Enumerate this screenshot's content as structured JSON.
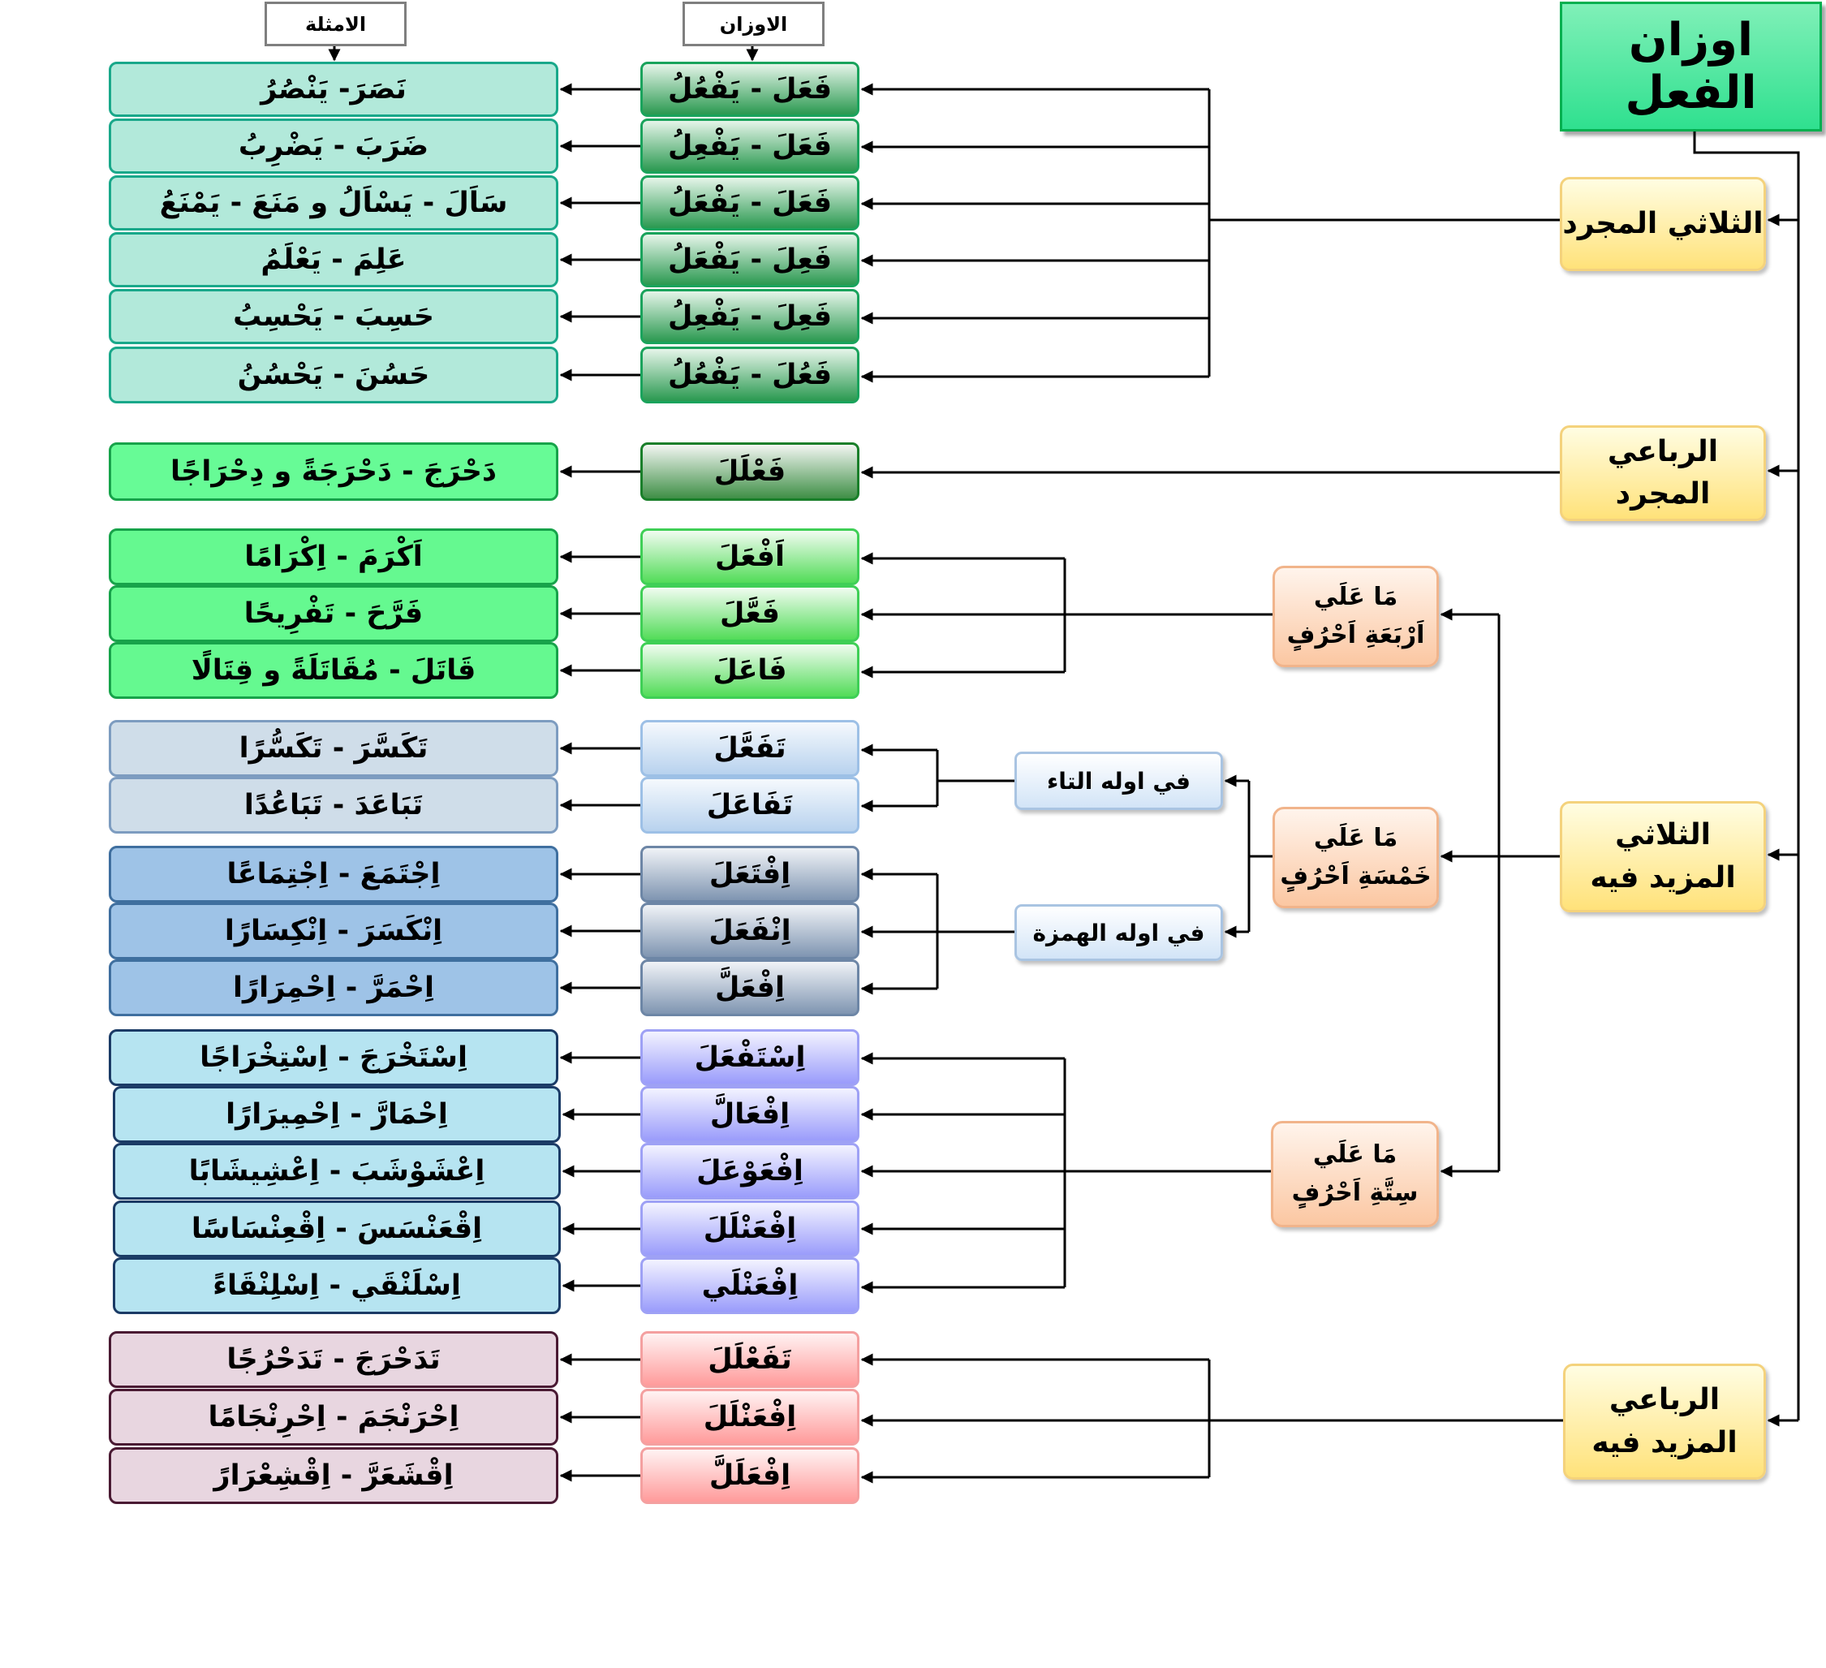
{
  "headers": {
    "examples": "الامثلة",
    "patterns": "الاوزان"
  },
  "title": "اوزان الفعل",
  "categories": {
    "thulathi_mujarrad": "الثلاثي المجرد",
    "rubai_mujarrad": "الرباعي المجرد",
    "thulathi_mazid": [
      "الثلاثي",
      "المزيد فيه"
    ],
    "rubai_mazid": [
      "الرباعي",
      "المزيد فيه"
    ]
  },
  "subgroups": {
    "four_letters": [
      "مَا عَلَي",
      "اَرْبَعَةِ اَحْرُفٍ"
    ],
    "five_letters": [
      "مَا عَلَي",
      "خَمْسَةِ اَحْرُفٍ"
    ],
    "six_letters": [
      "مَا عَلَي",
      "سِتَّةِ اَحْرُفٍ"
    ],
    "with_ta": "في اوله التاء",
    "with_hamza": "في اوله الهمزة"
  },
  "rows": [
    {
      "pattern": "فَعَلَ  -  يَفْعُلُ",
      "example": "نَصَرَ- يَنْصُرُ"
    },
    {
      "pattern": "فَعَلَ  -  يَفْعِلُ",
      "example": "ضَرَبَ - يَضْرِبُ"
    },
    {
      "pattern": "فَعَلَ  -  يَفْعَلُ",
      "example": "سَاَلَ - يَسْاَلُ و مَنَعَ - يَمْنَعُ"
    },
    {
      "pattern": "فَعِلَ  -  يَفْعَلُ",
      "example": "عَلِمَ - يَعْلَمُ"
    },
    {
      "pattern": "فَعِلَ  -  يَفْعِلُ",
      "example": "حَسِبَ - يَحْسِبُ"
    },
    {
      "pattern": "فَعُلَ  -  يَفْعُلُ",
      "example": "حَسُنَ - يَحْسُنُ"
    },
    {
      "pattern": "فَعْلَلَ",
      "example": "دَحْرَجَ - دَحْرَجَةً و دِحْرَاجًا"
    },
    {
      "pattern": "اَفْعَلَ",
      "example": "اَكْرَمَ - اِكْرَامًا"
    },
    {
      "pattern": "فَعَّلَ",
      "example": "فَرَّحَ - تَفْرِيحًا"
    },
    {
      "pattern": "فَاعَلَ",
      "example": "قَاتَلَ - مُقَاتَلَةً و قِتَالًا"
    },
    {
      "pattern": "تَفَعَّلَ",
      "example": "تَكَسَّرَ - تَكَسُّرًا"
    },
    {
      "pattern": "تَفَاعَلَ",
      "example": "تَبَاعَدَ - تَبَاعُدًا"
    },
    {
      "pattern": "اِفْتَعَلَ",
      "example": "اِجْتَمَعَ - اِجْتِمَاعًا"
    },
    {
      "pattern": "اِنْفَعَلَ",
      "example": "اِنْكَسَرَ - اِنْكِسَارًا"
    },
    {
      "pattern": "اِفْعَلَّ",
      "example": "اِحْمَرَّ - اِحْمِرَارًا"
    },
    {
      "pattern": "اِسْتَفْعَلَ",
      "example": "اِسْتَخْرَجَ - اِسْتِخْرَاجًا"
    },
    {
      "pattern": "اِفْعَالَّ",
      "example": "اِحْمَارَّ - اِحْمِيرَارًا"
    },
    {
      "pattern": "اِفْعَوْعَلَ",
      "example": "اِعْشَوْشَبَ - اِعْشِيشَابًا"
    },
    {
      "pattern": "اِفْعَنْلَلَ",
      "example": "اِقْعَنْسَسَ - اِقْعِنْسَاسًا"
    },
    {
      "pattern": "اِفْعَنْلَي",
      "example": "اِسْلَنْقَي - اِسْلِنْقَاءً"
    },
    {
      "pattern": "تَفَعْلَلَ",
      "example": "تَدَحْرَجَ - تَدَحْرُجًا"
    },
    {
      "pattern": "اِفْعَنْلَلَ",
      "example": "اِحْرَنْجَمَ - اِحْرِنْجَامًا"
    },
    {
      "pattern": "اِفْعَلَلَّ",
      "example": "اِقْشَعَرَّ - اِقْشِعْرَارً"
    }
  ],
  "colors": {
    "g1_example_fill": "#b2e9da",
    "g1_example_border": "#19a88a",
    "g1_pattern_fill": "#2a9950",
    "g1_pattern_border": "#1aa35c",
    "g2_example_fill": "#67fb96",
    "g2_example_border": "#17a34a",
    "g2_pattern_fill": "#3f8f46",
    "g3_example_fill": "#65f990",
    "g3_pattern_fill": "#52dc58",
    "g4_example_fill": "#cfdde9",
    "g4_pattern_fill": "#b8d2ee",
    "g5_example_fill": "#9ec3e7",
    "g5_pattern_fill": "#7f95b1",
    "g6_example_fill": "#b6e4f1",
    "g6_pattern_fill": "#9a9cfb",
    "g7_example_fill": "#e8d6e0",
    "g7_pattern_fill": "#ff9b9b",
    "main_title_fill": "#33e391",
    "category_fill": "#ffe58a",
    "subgroup_fill": "#fbc9a6",
    "line": "#000000"
  }
}
